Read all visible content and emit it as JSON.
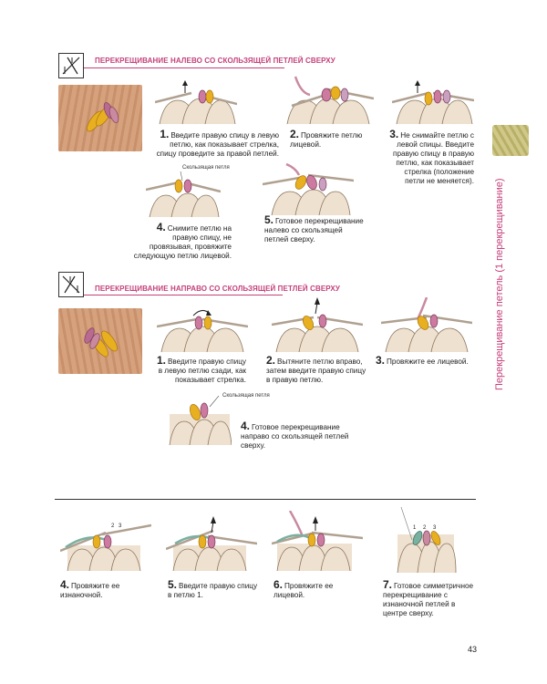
{
  "colors": {
    "accent": "#c4407a",
    "yarn_beige": "#e6c9a8",
    "yarn_yellow": "#e8b020",
    "yarn_pink": "#c98aa0",
    "side_swatch": "#c8c07a",
    "swatch_bg": "#d9a27a"
  },
  "icons": {
    "chart_symbol": "cross-stitch-chart-icon",
    "arrow": "arrow-icon"
  },
  "section1": {
    "title": "ПЕРЕКРЕЩИВАНИЕ НАЛЕВО СО СКОЛЬЗЯЩЕЙ ПЕТЛЕЙ СВЕРХУ",
    "steps": [
      {
        "num": "1.",
        "text": "Введите правую спицу в левую петлю, как показывает стрелка, спицу проведите за правой петлей."
      },
      {
        "num": "2.",
        "text": "Провяжите петлю лицевой."
      },
      {
        "num": "3.",
        "text": "Не снимайте петлю с левой спицы. Введите правую спицу в правую петлю, как показывает стрелка (положение петли не меняется)."
      },
      {
        "num": "4.",
        "text": "Снимите петлю на правую спицу, не провязывая, провяжите следующую петлю лицевой."
      },
      {
        "num": "5.",
        "text": "Готовое перекрещивание налево со скользящей петлей сверху."
      }
    ],
    "label_slip": "Скользящая петля"
  },
  "section2": {
    "title": "ПЕРЕКРЕЩИВАНИЕ НАПРАВО СО СКОЛЬЗЯЩЕЙ ПЕТЛЕЙ СВЕРХУ",
    "steps": [
      {
        "num": "1.",
        "text": "Введите правую спицу в левую петлю сзади, как показывает стрелка."
      },
      {
        "num": "2.",
        "text": "Вытяните петлю вправо, затем введите правую спицу в правую петлю."
      },
      {
        "num": "3.",
        "text": "Провяжите ее лицевой."
      },
      {
        "num": "4.",
        "text": "Готовое перекрещивание направо со скользящей петлей сверху."
      }
    ],
    "label_slip": "Скользящая петля"
  },
  "section3": {
    "steps": [
      {
        "num": "4.",
        "text": "Провяжите ее изнаночной."
      },
      {
        "num": "5.",
        "text": "Введите правую спицу в петлю 1."
      },
      {
        "num": "6.",
        "text": "Провяжите ее лицевой."
      },
      {
        "num": "7.",
        "text": "Готовое симметричное перекрещивание с изнаночной петлей в центре сверху."
      }
    ],
    "stitch_numbers": [
      "1",
      "2",
      "3"
    ]
  },
  "sidebar": {
    "title": "Перекрещивание петель (1 перекрещивание)"
  },
  "page_number": "43"
}
